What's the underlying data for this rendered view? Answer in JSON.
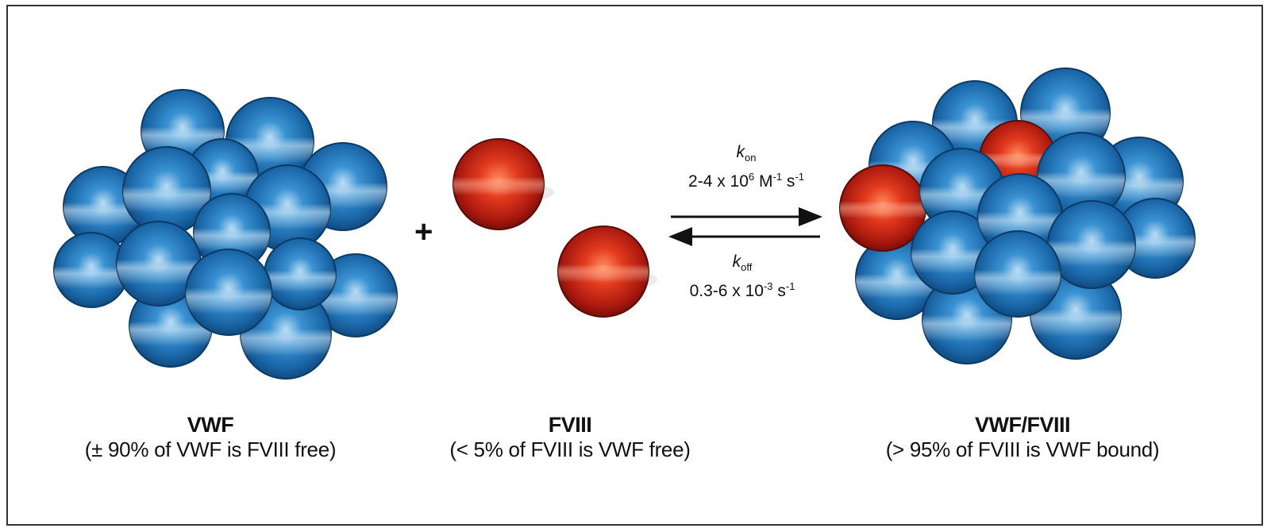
{
  "components": [
    {
      "name": "VWF",
      "description": "(± 90% of VWF is FVIII free)"
    },
    {
      "name": "FVIII",
      "description": "(< 5% of FVIII is VWF free)"
    },
    {
      "name": "VWF/FVIII",
      "description": "(> 95% of FVIII is VWF bound)"
    }
  ],
  "operator": "+",
  "rates": {
    "forward": {
      "symbol": "k",
      "subscript": "on",
      "prefix": "2-4 x 10",
      "exp": "6",
      "unit1": " M",
      "unit1_exp": "-1",
      "unit2": " s",
      "unit2_exp": "-1"
    },
    "reverse": {
      "symbol": "k",
      "subscript": "off",
      "prefix": "0.3-6 x 10",
      "exp": "-3",
      "unit2": " s",
      "unit2_exp": "-1"
    }
  },
  "colors": {
    "vwf": "#1f6fb0",
    "fviii": "#d8321e"
  }
}
